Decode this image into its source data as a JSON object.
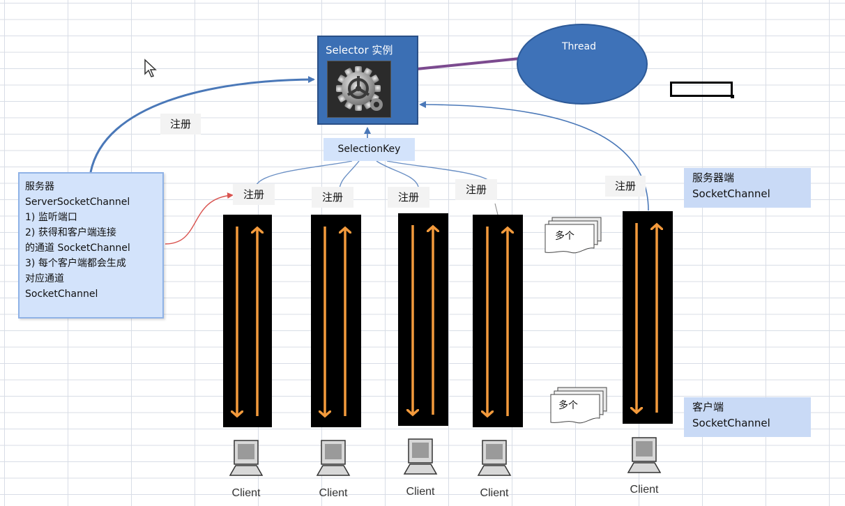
{
  "selector": {
    "title": "Selector 实例"
  },
  "thread": {
    "label": "Thread"
  },
  "selection_key": "SelectionKey",
  "register_label": "注册",
  "server_box": {
    "lines": [
      "服务器",
      "ServerSocketChannel",
      "1) 监听端口",
      "2) 获得和客户端连接",
      "的通道 SocketChannel",
      "3) 每个客户端都会生成",
      "对应通道",
      "SocketChannel"
    ]
  },
  "server_side_label": {
    "line1": "服务器端",
    "line2": "SocketChannel"
  },
  "client_side_label": {
    "line1": "客户端",
    "line2": "SocketChannel"
  },
  "many_label": "多个",
  "client_label": "Client",
  "colors": {
    "selector_fill": "#3b6fb4",
    "thread_fill": "#3e72b8",
    "arrow_orange": "#f39a3c",
    "connector_blue": "#4a78b8",
    "connector_red": "#d9534f",
    "thread_link": "#7b4a8f"
  }
}
